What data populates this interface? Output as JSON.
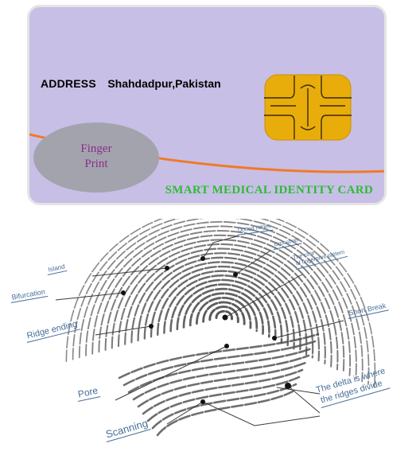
{
  "card": {
    "address_label": "ADDRESS",
    "address_value": "Shahdadpur,Pakistan",
    "fingerprint_line1": "Finger",
    "fingerprint_line2": "Print",
    "title": "SMART MEDICAL IDENTITY CARD"
  },
  "fingerprint_labels": {
    "dotted_ridges": "Dotted ridges",
    "crossover": "Crossover",
    "island": "Island",
    "core_line1": "The core",
    "core_line2": "of fingerprint pattern",
    "bifurcation": "Bifurcation",
    "short_break": "Short Break",
    "ridge_ending": "Ridge ending",
    "pore": "Pore",
    "delta_line1": "The delta is where",
    "delta_line2": "the ridges divide",
    "scanning": "Scanning"
  },
  "colors": {
    "card_background": "#c7bfe6",
    "stripe": "#f07a28",
    "chip": "#e8ad0a",
    "title": "#2fbb34",
    "fingerprint_text": "#8a2d8a",
    "label_text": "#466e98"
  }
}
